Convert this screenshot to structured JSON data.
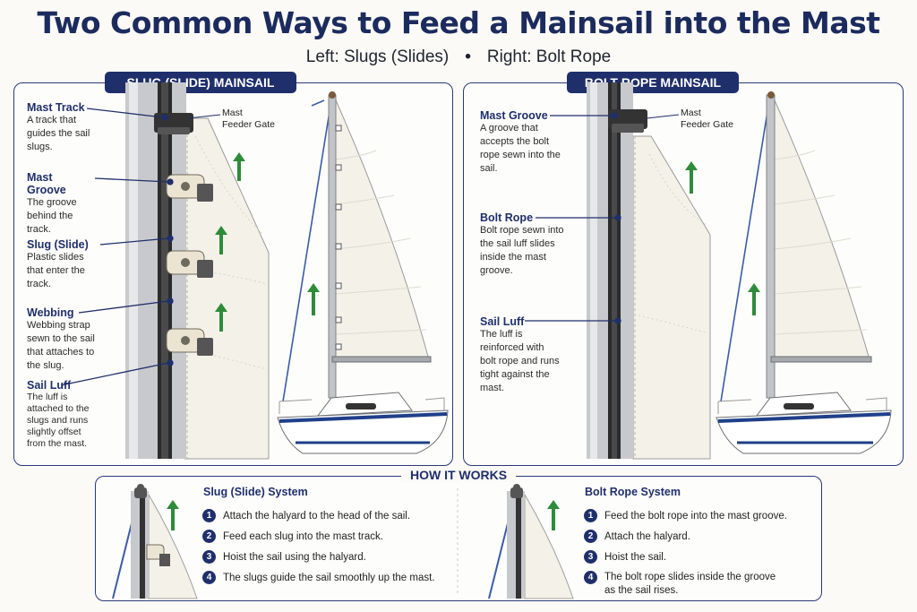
{
  "header": {
    "title": "Two Common Ways to Feed a Mainsail into the Mast",
    "subtitle_left": "Left: Slugs (Slides)",
    "subtitle_bullet": "•",
    "subtitle_right": "Right: Bolt Rope"
  },
  "left_panel": {
    "label": "SLUG (SLIDE) MAINSAIL",
    "feeder_gate": "Mast\nFeeder Gate",
    "callouts": [
      {
        "title": "Mast Track",
        "desc": "A track that guides the sail slugs."
      },
      {
        "title": "Mast Groove",
        "desc": "The groove behind the track."
      },
      {
        "title": "Slug (Slide)",
        "desc": "Plastic slides that enter the track."
      },
      {
        "title": "Webbing",
        "desc": "Webbing strap sewn to the sail that attaches to the slug."
      },
      {
        "title": "Sail Luff",
        "desc": "The luff is attached to the slugs and runs slightly offset from the mast."
      }
    ]
  },
  "right_panel": {
    "label": "BOLT ROPE MAINSAIL",
    "feeder_gate": "Mast\nFeeder Gate",
    "callouts": [
      {
        "title": "Mast Groove",
        "desc": "A groove that accepts the bolt rope sewn into the sail."
      },
      {
        "title": "Bolt Rope",
        "desc": "Bolt rope sewn into the sail luff slides inside the mast groove."
      },
      {
        "title": "Sail Luff",
        "desc": "The luff is reinforced with bolt rope and runs tight against the mast."
      }
    ]
  },
  "how_it_works": {
    "heading": "HOW IT WORKS",
    "slug_system": {
      "title": "Slug (Slide) System",
      "steps": [
        {
          "n": "1",
          "text": "Attach the halyard to the head of the sail."
        },
        {
          "n": "2",
          "text": "Feed each slug into the mast track."
        },
        {
          "n": "3",
          "text": "Hoist the sail using the halyard."
        },
        {
          "n": "4",
          "text": "The slugs guide the sail smoothly up the mast."
        }
      ]
    },
    "bolt_system": {
      "title": "Bolt Rope System",
      "steps": [
        {
          "n": "1",
          "text": "Feed the bolt rope into the mast groove."
        },
        {
          "n": "2",
          "text": "Attach the halyard."
        },
        {
          "n": "3",
          "text": "Hoist the sail."
        },
        {
          "n": "4",
          "text": "The bolt rope slides inside the groove\nas the sail rises."
        }
      ]
    }
  },
  "colors": {
    "navy": "#1f2f6b",
    "arrow_green": "#2e8b3a",
    "mast_gray": "#b9bcc0",
    "sail": "#f4f1e8"
  }
}
